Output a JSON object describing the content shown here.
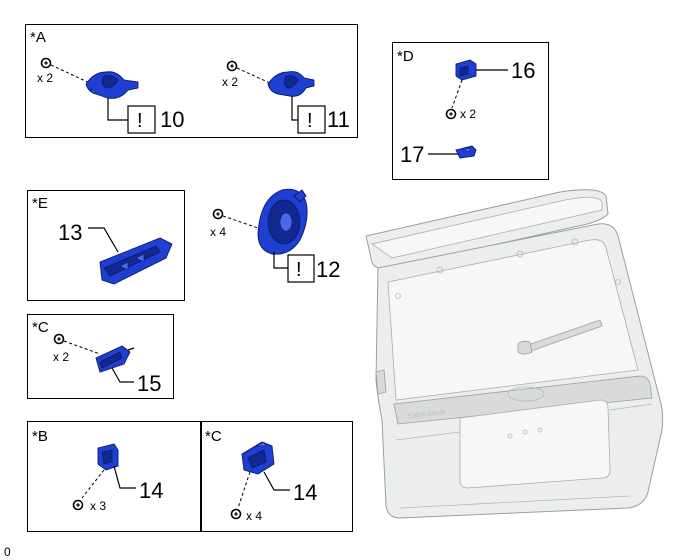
{
  "panels": {
    "a": {
      "label": "*A",
      "qty": "x 2",
      "qty2": "x 2",
      "part_left": "10",
      "part_right": "11"
    },
    "d": {
      "label": "*D",
      "part_top": "16",
      "qty": "x 2",
      "part_bottom": "17"
    },
    "e": {
      "label": "*E",
      "part": "13"
    },
    "c_upper": {
      "label": "*C",
      "qty": "x 2",
      "part": "15"
    },
    "b": {
      "label": "*B",
      "qty": "x 3",
      "part": "14"
    },
    "c_lower": {
      "label": "*C",
      "qty": "x 4",
      "part": "14"
    }
  },
  "speaker": {
    "qty": "x 4",
    "part": "12"
  },
  "caution_mark": "!",
  "door_badge": "5.8000 DRIVE",
  "corner_mark": "0"
}
